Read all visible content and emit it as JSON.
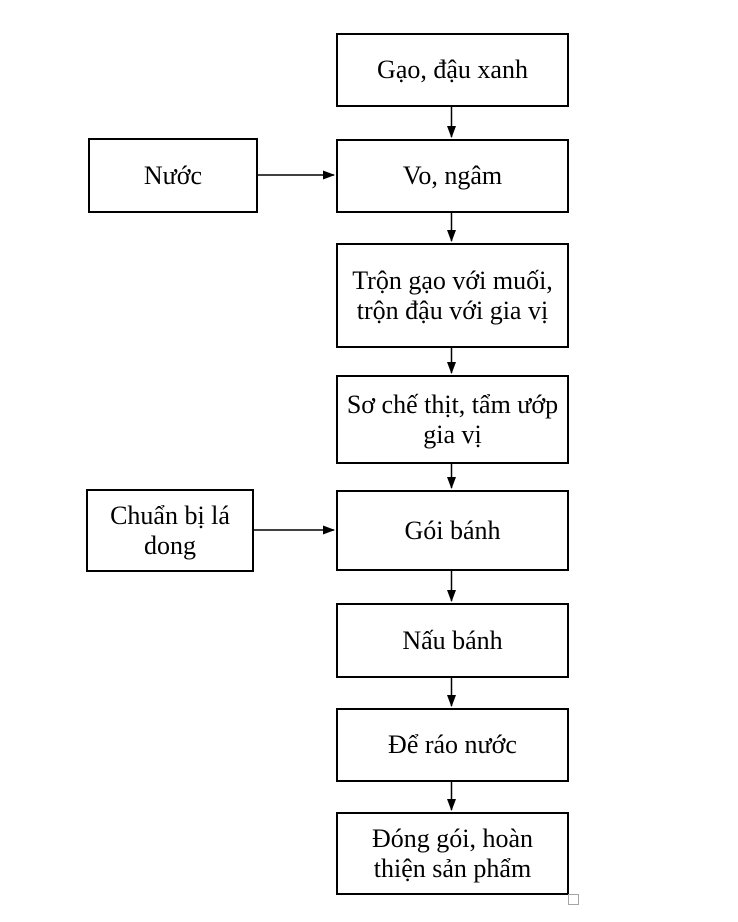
{
  "diagram": {
    "title": "Quy trình làm bánh (flowchart)",
    "colors": {
      "stroke": "#000000",
      "background": "#ffffff",
      "handle_border": "#a6a6a6"
    },
    "nodes": [
      {
        "id": "gao-dau-xanh",
        "label": "Gạo, đậu xanh"
      },
      {
        "id": "nuoc",
        "label": "Nước"
      },
      {
        "id": "vo-ngam",
        "label": "Vo, ngâm"
      },
      {
        "id": "tron-gao-voi-muoi",
        "label": "Trộn gạo với muối,\ntrộn đậu với gia vị"
      },
      {
        "id": "so-che-thit",
        "label": "Sơ chế thịt, tẩm ướp\ngia vị"
      },
      {
        "id": "chuan-bi-la-dong",
        "label": "Chuẩn bị lá\ndong"
      },
      {
        "id": "goi-banh",
        "label": "Gói bánh"
      },
      {
        "id": "nau-banh",
        "label": "Nấu bánh"
      },
      {
        "id": "de-rao-nuoc",
        "label": "Để ráo nước"
      },
      {
        "id": "dong-goi-hoan-thien",
        "label": "Đóng gói, hoàn\nthiện sản phẩm"
      }
    ],
    "edges": [
      {
        "from": "gao-dau-xanh",
        "to": "vo-ngam",
        "direction": "down"
      },
      {
        "from": "nuoc",
        "to": "vo-ngam",
        "direction": "right"
      },
      {
        "from": "vo-ngam",
        "to": "tron-gao-voi-muoi",
        "direction": "down"
      },
      {
        "from": "tron-gao-voi-muoi",
        "to": "so-che-thit",
        "direction": "down"
      },
      {
        "from": "so-che-thit",
        "to": "goi-banh",
        "direction": "down"
      },
      {
        "from": "chuan-bi-la-dong",
        "to": "goi-banh",
        "direction": "right"
      },
      {
        "from": "goi-banh",
        "to": "nau-banh",
        "direction": "down"
      },
      {
        "from": "nau-banh",
        "to": "de-rao-nuoc",
        "direction": "down"
      },
      {
        "from": "de-rao-nuoc",
        "to": "dong-goi-hoan-thien",
        "direction": "down"
      }
    ]
  }
}
